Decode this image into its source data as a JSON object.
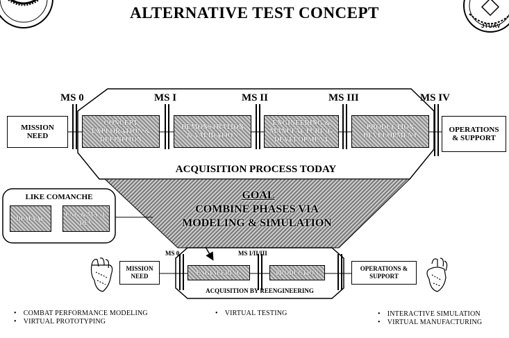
{
  "title": "ALTERNATIVE TEST CONCEPT",
  "top_flow": {
    "milestones": [
      "MS 0",
      "MS I",
      "MS II",
      "MS III",
      "MS IV"
    ],
    "mission_need": "MISSION NEED",
    "phases": [
      "CONCEPT EXPLORATION & DEFINITION",
      "DEMONSTRATION & VALIDATION",
      "ENGINEERING & MANUFACTURING DEVELOPMENT",
      "PRODUCTION DEVELOPMENT"
    ],
    "operations_support": "OPERATIONS & SUPPORT",
    "caption": "ACQUISITION PROCESS TODAY"
  },
  "goal": {
    "heading": "GOAL",
    "line1": "COMBINE PHASES VIA",
    "line2": "MODELING & SIMULATION"
  },
  "comanche": {
    "title": "LIKE COMANCHE",
    "box1": "DEM/VAL",
    "box2": "ENG & MANU DEV"
  },
  "bottom_flow": {
    "ms0": "MS 0",
    "ms_combined": "MS I/II/III",
    "mission_need": "MISSION NEED",
    "engineering": "ENGINEERING",
    "production": "PRODUCTION",
    "operations_support": "OPERATIONS & SUPPORT",
    "caption": "ACQUISITION BY REENGINEERING"
  },
  "bullets": {
    "col1": [
      "COMBAT PERFORMANCE MODELING",
      "VIRTUAL PROTOTYPING"
    ],
    "col2": [
      "VIRTUAL TESTING"
    ],
    "col3": [
      "INTERACTIVE SIMULATION",
      "VIRTUAL MANUFACTURING"
    ]
  },
  "seal_text": "JTUAV"
}
